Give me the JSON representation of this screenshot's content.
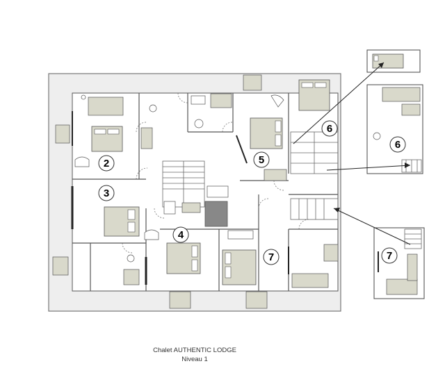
{
  "caption": {
    "line1": "Chalet AUTHENTIC LODGE",
    "line2": "Niveau 1"
  },
  "rooms": [
    "2",
    "3",
    "4",
    "5",
    "6",
    "7"
  ],
  "insets": {
    "inset6_label": "6",
    "inset7_label": "7"
  },
  "colors": {
    "furniture": "#d9d9cb",
    "outer_wall": "#eeeeee",
    "stair_core": "#888888"
  }
}
